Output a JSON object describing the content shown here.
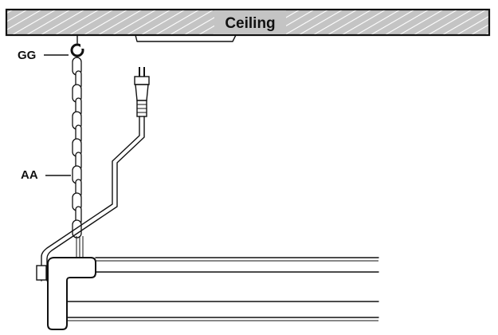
{
  "ceiling": {
    "label": "Ceiling"
  },
  "callouts": {
    "hook": "GG",
    "chain": "AA"
  },
  "colors": {
    "ink": "#111111",
    "ceiling_fill": "#c4c4c4",
    "background": "#ffffff"
  }
}
